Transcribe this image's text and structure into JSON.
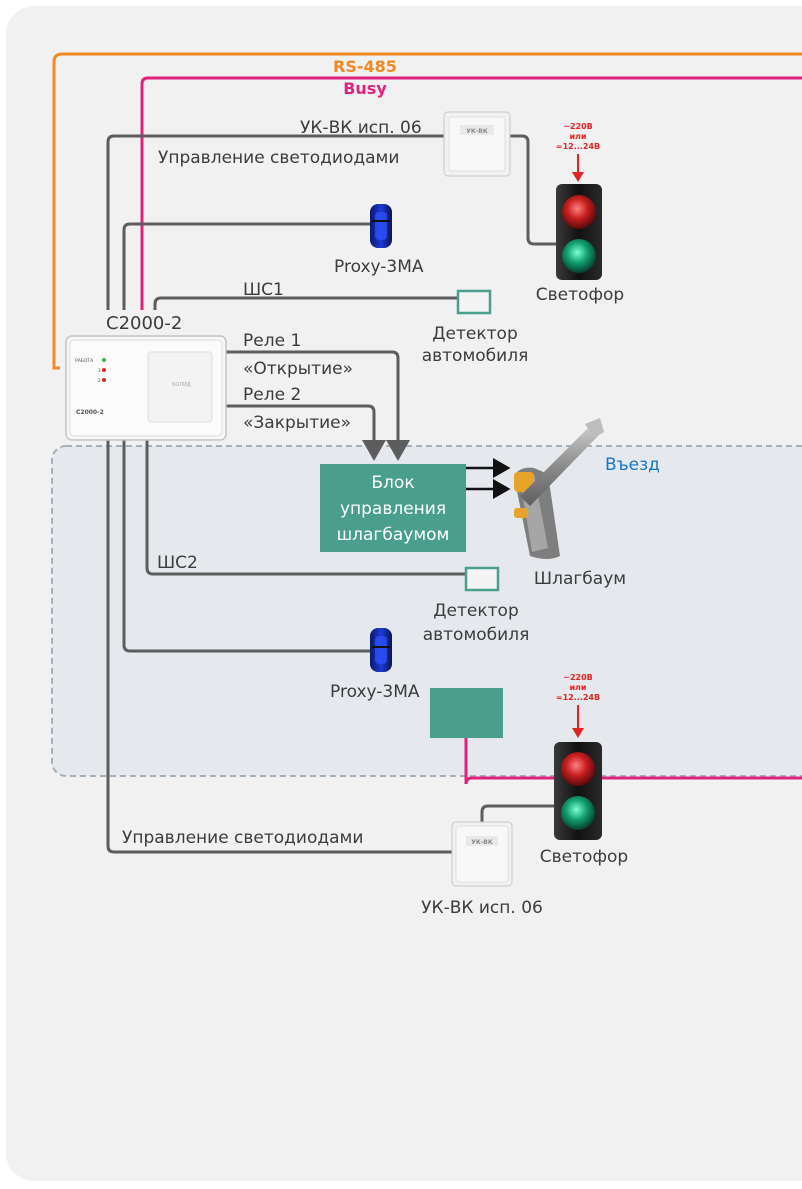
{
  "colors": {
    "background": "#f1f1f1",
    "zone_fill": "#e5e8ec",
    "zone_border": "#a5b0bd",
    "rs485": "#f08a24",
    "busy": "#e0227f",
    "wire": "#5d5d5d",
    "block": "#4a9e8e",
    "zone_label": "#1776c3",
    "power_label": "#e02424"
  },
  "bus": {
    "rs485_label": "RS-485",
    "busy_label": "Busy"
  },
  "controller": {
    "label": "С2000-2",
    "device_text": "С2000-2",
    "led_power": "РАБОТА",
    "led_1": "1",
    "led_2": "2",
    "brand": "БОЛИД"
  },
  "top": {
    "ukvk_label": "УК-ВК исп. 06",
    "ukvk_device_text": "УК-ВК",
    "led_control_label": "Управление светодиодами",
    "reader_label": "Proxy-3МА",
    "shs1_label": "ШС1",
    "detector_label_line1": "Детектор",
    "detector_label_line2": "автомобиля",
    "traffic_light_label": "Светофор",
    "power_line1": "~220В",
    "power_line2": "или",
    "power_line3": "=12...24В"
  },
  "relays": {
    "relay1_line1": "Реле 1",
    "relay1_line2": "«Открытие»",
    "relay2_line1": "Реле 2",
    "relay2_line2": "«Закрытие»"
  },
  "zone": {
    "label": "Въезд",
    "barrier_block_line1": "Блок",
    "barrier_block_line2": "управления",
    "barrier_block_line3": "шлагбаумом",
    "barrier_label": "Шлагбаум",
    "shs2_label": "ШС2",
    "detector_label_line1": "Детектор",
    "detector_label_line2": "автомобиля",
    "reader_label": "Proxy-3МА",
    "led_control_label": "Управление светодиодами",
    "ukvk_label": "УК-ВК исп. 06",
    "ukvk_device_text": "УК-ВК",
    "traffic_light_label": "Светофор",
    "power_line1": "~220В",
    "power_line2": "или",
    "power_line3": "=12...24В"
  }
}
